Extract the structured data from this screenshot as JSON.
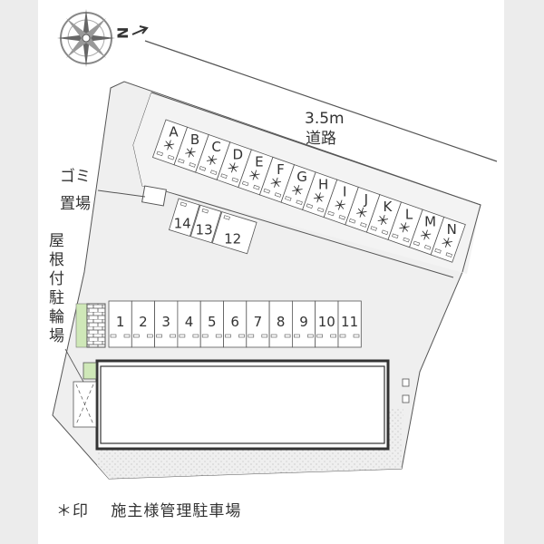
{
  "road": {
    "width": "3.5m",
    "label": "道路"
  },
  "compass": {
    "north_label": "N"
  },
  "labels": {
    "garbage_1": "ゴミ",
    "garbage_2": "置場",
    "bike_parking": [
      "屋",
      "根",
      "付",
      "駐",
      "輪",
      "場"
    ]
  },
  "owner_slots": [
    "A",
    "B",
    "C",
    "D",
    "E",
    "F",
    "G",
    "H",
    "I",
    "J",
    "K",
    "L",
    "M",
    "N"
  ],
  "owner_mark": "＊",
  "front_slots": [
    "1",
    "2",
    "3",
    "4",
    "5",
    "6",
    "7",
    "8",
    "9",
    "10",
    "11"
  ],
  "side_slots": [
    "14",
    "13",
    "12"
  ],
  "legend": {
    "mark": "＊印",
    "text": "施主様管理駐車場"
  },
  "colors": {
    "lot": "#efefef",
    "line": "#555555",
    "bike_green": "#cfe8b8",
    "side_bar": "#ececec"
  }
}
